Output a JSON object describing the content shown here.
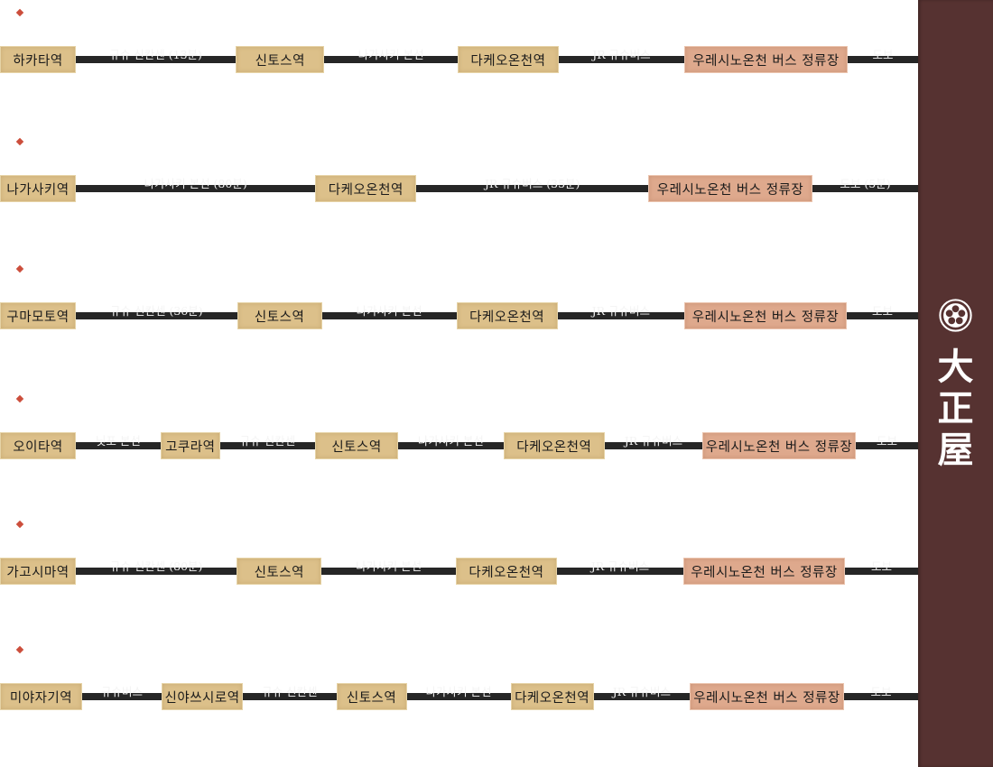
{
  "routes": [
    {
      "stations": [
        "하카타역",
        "신토스역",
        "다케오온천역",
        "우레시노온천 버스 정류장"
      ],
      "segments": [
        "규슈 신칸센 (13분)",
        "나가사키 본선",
        "JR 규슈버스",
        "도보"
      ]
    },
    {
      "stations": [
        "나가사키역",
        "다케오온천역",
        "우레시노온천 버스 정류장"
      ],
      "segments": [
        "나가사키 본선 (80분)",
        "JR 규슈버스 (35분)",
        "도보 (5분)"
      ]
    },
    {
      "stations": [
        "구마모토역",
        "신토스역",
        "다케오온천역",
        "우레시노온천 버스 정류장"
      ],
      "segments": [
        "규슈 신칸센 (36분)",
        "나가사키 본선",
        "JR 규슈버스",
        "도보"
      ]
    },
    {
      "stations": [
        "오이타역",
        "고쿠라역",
        "신토스역",
        "다케오온천역",
        "우레시노온천 버스 정류장"
      ],
      "segments": [
        "닛포 본선",
        "규슈 신칸센",
        "나가사키 본선",
        "JR 규슈버스",
        "도보"
      ]
    },
    {
      "stations": [
        "가고시마역",
        "신토스역",
        "다케오온천역",
        "우레시노온천 버스 정류장"
      ],
      "segments": [
        "규슈 신칸센 (80분)",
        "나가사키 본선",
        "JR 규슈버스",
        "도보"
      ]
    },
    {
      "stations": [
        "미야자기역",
        "신야쓰시로역",
        "신토스역",
        "다케오온천역",
        "우레시노온천 버스 정류장"
      ],
      "segments": [
        "규슈버스",
        "규슈 신칸센",
        "나가사키 본선",
        "JR 규슈버스",
        "도보"
      ]
    }
  ],
  "brand": {
    "chars": [
      "大",
      "正",
      "屋"
    ],
    "crest_icon": "flower-crest-icon"
  },
  "colors": {
    "sidebar": "#563231",
    "station": "#dcc08a",
    "destination": "#dea98d",
    "line": "#262626",
    "diamond": "#cc4e3c"
  }
}
